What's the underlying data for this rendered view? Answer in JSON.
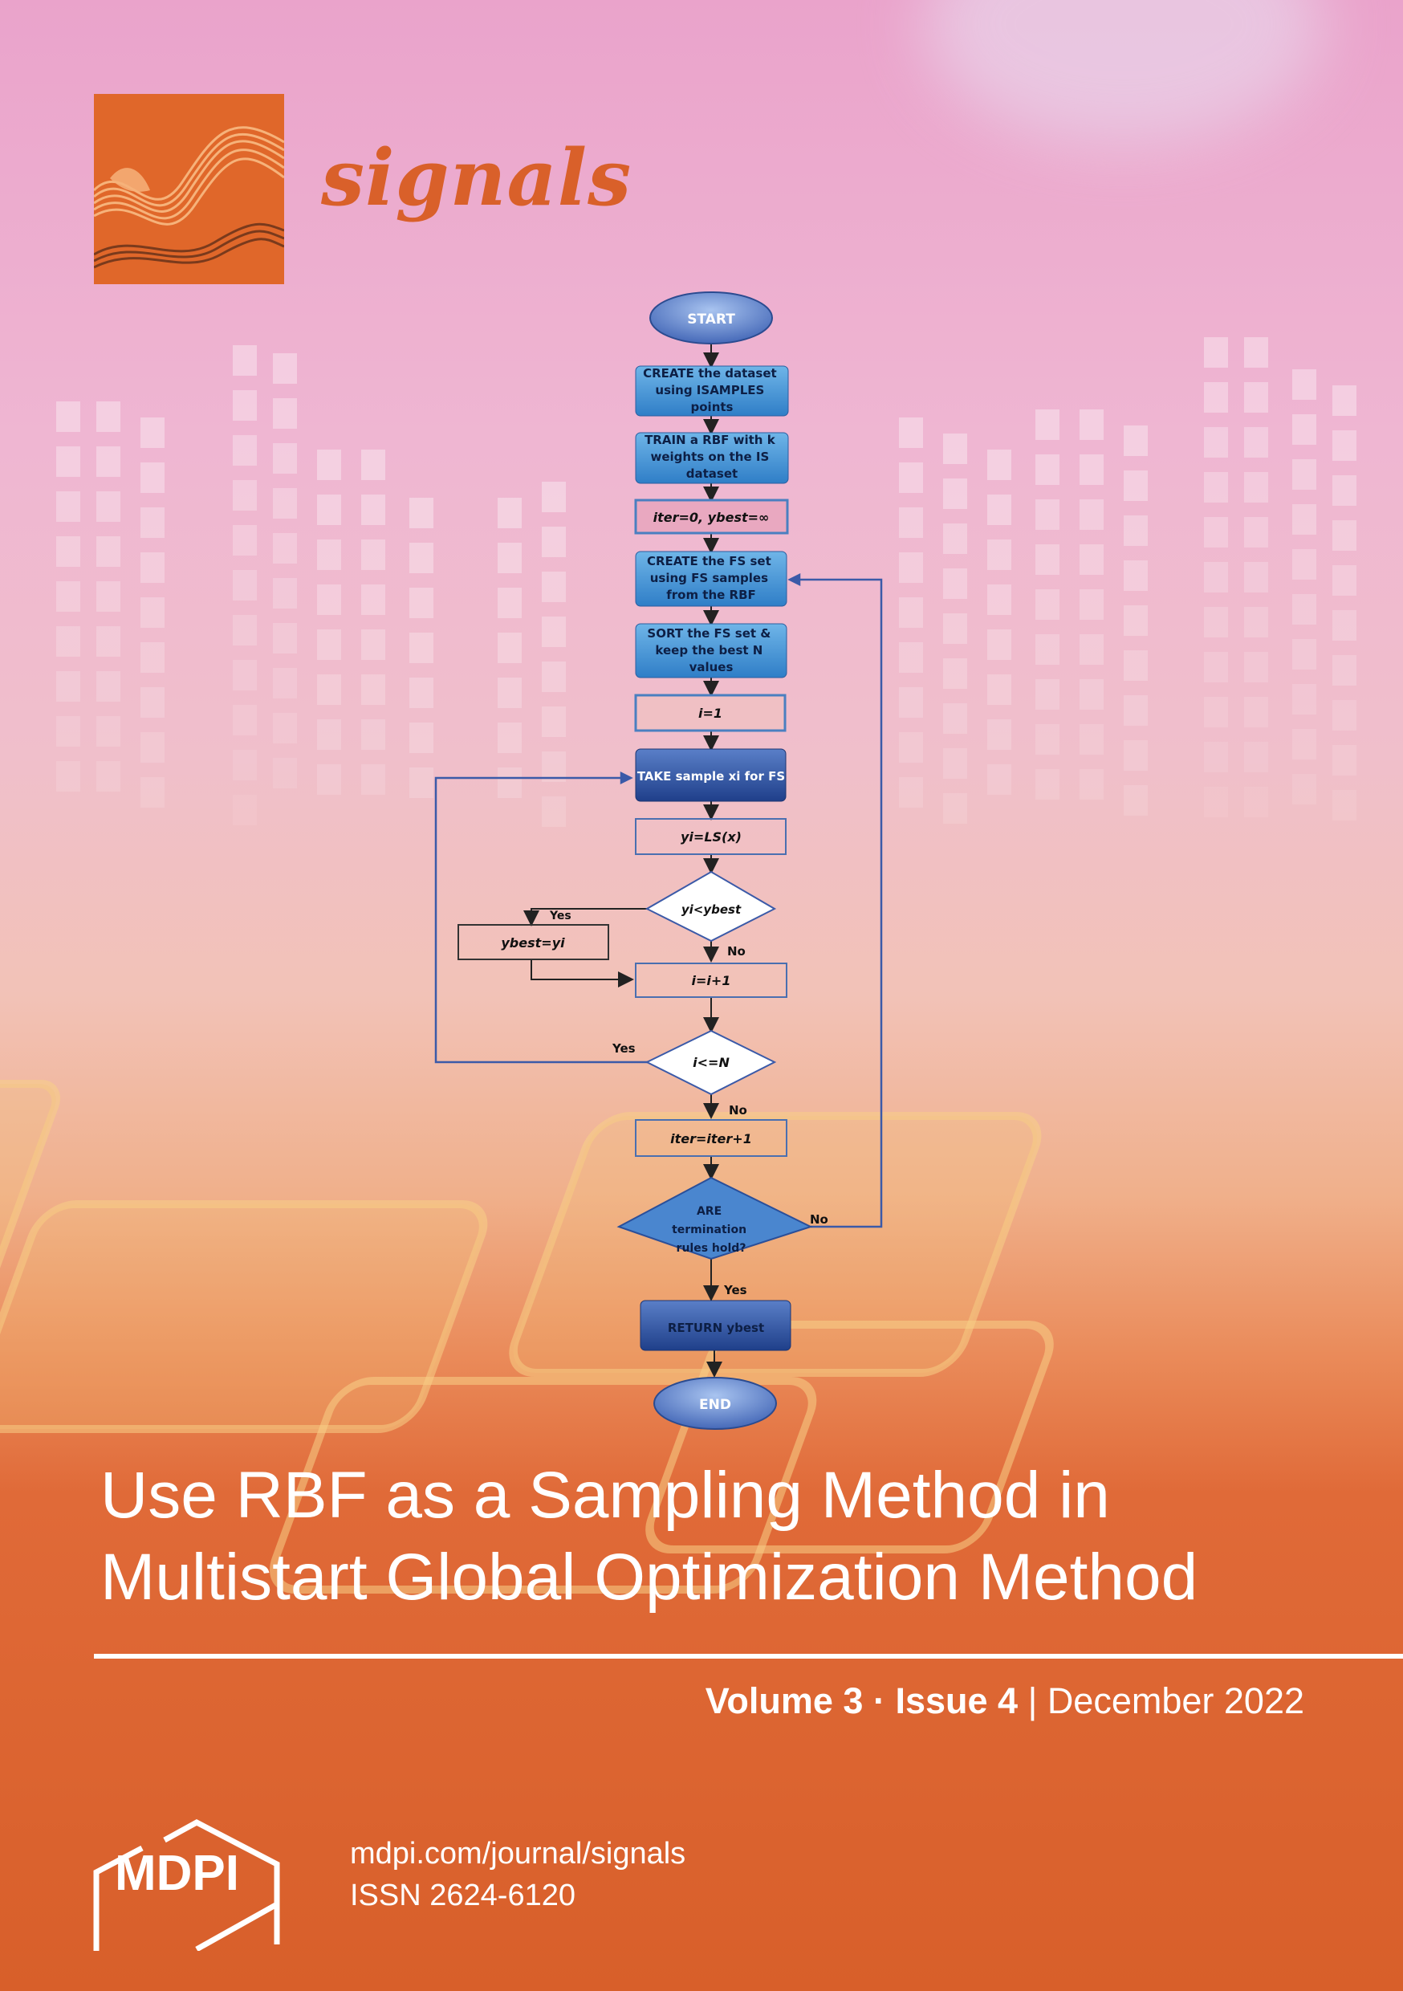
{
  "journal": {
    "name": "signals"
  },
  "flowchart": {
    "start": "START",
    "create_dataset": [
      "CREATE the dataset",
      "using ISAMPLES",
      "points"
    ],
    "train": [
      "TRAIN a RBF with k",
      "weights on the IS",
      "dataset"
    ],
    "init": "iter=0, ybest=∞",
    "create_fs": [
      "CREATE the FS set",
      "using FS samples",
      "from the RBF"
    ],
    "sort": [
      "SORT the FS set &",
      "keep the best N",
      "values"
    ],
    "i_init": "i=1",
    "take": "TAKE sample xi for FS",
    "ls": "yi=LS(x)",
    "compare": "yi<ybest",
    "update": "ybest=yi",
    "increment": "i=i+1",
    "loop_cond": "i<=N",
    "iter_inc": "iter=iter+1",
    "term": [
      "ARE",
      "termination",
      "rules hold?"
    ],
    "return": "RETURN ybest",
    "end": "END",
    "yes": "Yes",
    "no": "No"
  },
  "title": {
    "line1": "Use RBF as a Sampling Method in",
    "line2": "Multistart Global Optimization Method"
  },
  "issue": {
    "volume": "Volume 3",
    "sep": "·",
    "issue": "Issue 4",
    "bar": "|",
    "date": "December 2022"
  },
  "publisher": {
    "name": "MDPI",
    "website": "mdpi.com/journal/signals",
    "issn": "ISSN 2624-6120"
  },
  "colors": {
    "brand": "#d85f2a",
    "box_blue": "#4a90d0",
    "box_dark": "#2a4f9a",
    "line": "#3b5aa8"
  }
}
